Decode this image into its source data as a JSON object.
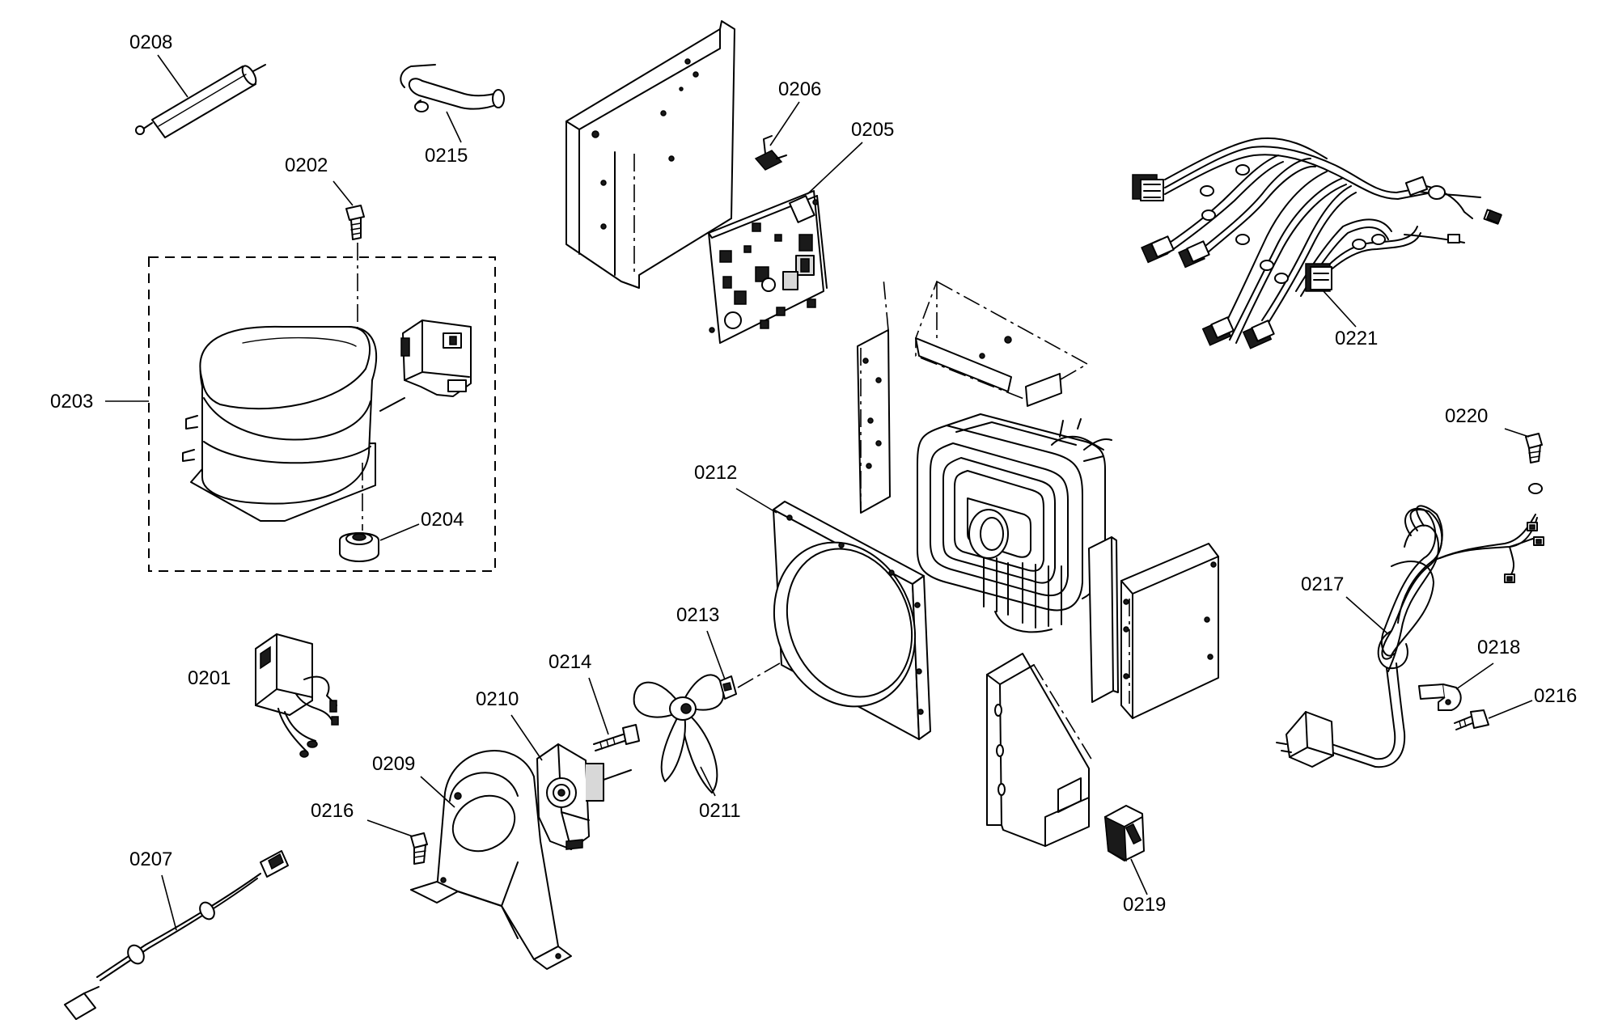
{
  "labels": {
    "p0201": "0201",
    "p0202": "0202",
    "p0203": "0203",
    "p0204": "0204",
    "p0205": "0205",
    "p0206": "0206",
    "p0207": "0207",
    "p0208": "0208",
    "p0209": "0209",
    "p0210": "0210",
    "p0211": "0211",
    "p0212": "0212",
    "p0213": "0213",
    "p0214": "0214",
    "p0215": "0215",
    "p0216a": "0216",
    "p0216b": "0216",
    "p0217": "0217",
    "p0218": "0218",
    "p0219": "0219",
    "p0220": "0220",
    "p0221": "0221"
  }
}
